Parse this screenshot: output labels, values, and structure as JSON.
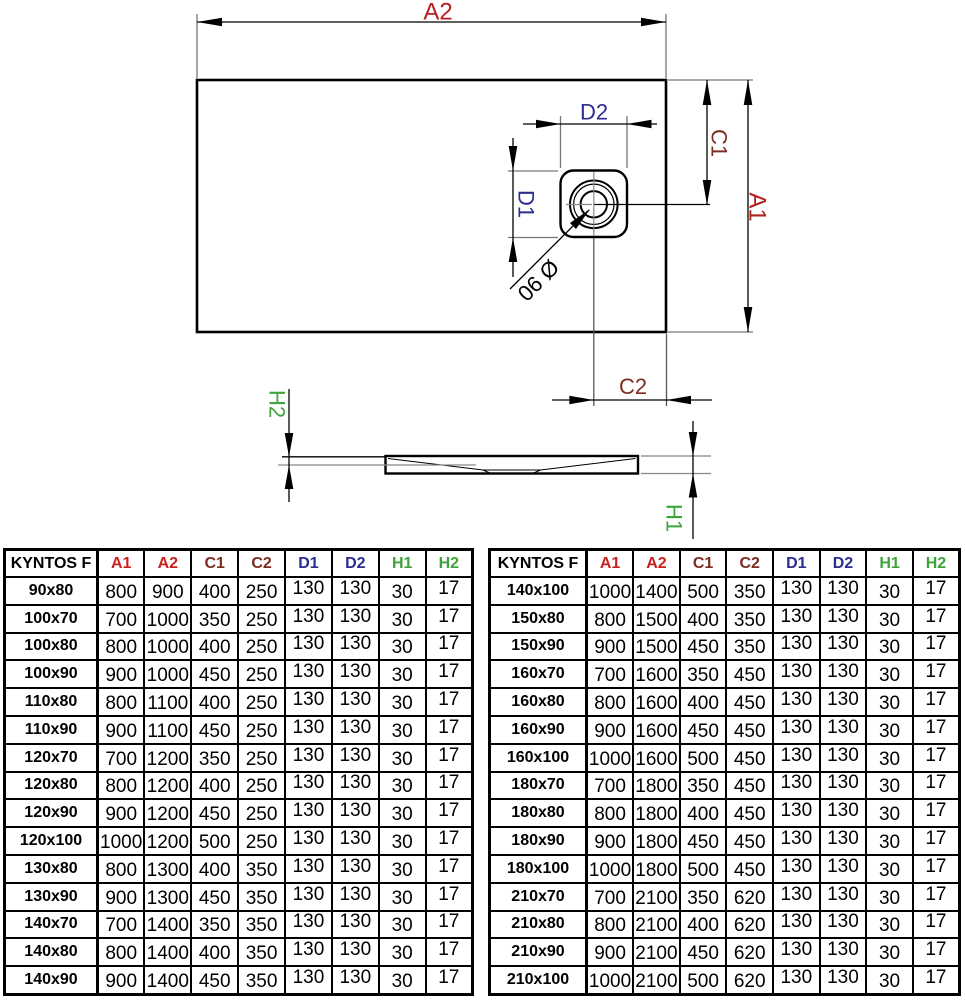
{
  "drawing": {
    "labels": {
      "a1": "A1",
      "a2": "A2",
      "c1": "C1",
      "c2": "C2",
      "d1": "D1",
      "d2": "D2",
      "h1": "H1",
      "h2": "H2",
      "drain_diameter": "Ø 90"
    },
    "colors": {
      "a_red": "#b51f1c",
      "c_maroon": "#7c2d20",
      "d_navy": "#2b2d91",
      "h_green": "#3fa33c"
    }
  },
  "tables": {
    "headers": [
      "KYNTOS F",
      "A1",
      "A2",
      "C1",
      "C2",
      "D1",
      "D2",
      "H1",
      "H2"
    ],
    "header_colors": [
      "#000000",
      "#c9211e",
      "#c9211e",
      "#7c2d20",
      "#7c2d20",
      "#2b2d91",
      "#2b2d91",
      "#3fa33c",
      "#3fa33c"
    ],
    "left_rows": [
      [
        "90x80",
        "800",
        "900",
        "400",
        "250",
        "130",
        "130",
        "30",
        "17"
      ],
      [
        "100x70",
        "700",
        "1000",
        "350",
        "250",
        "130",
        "130",
        "30",
        "17"
      ],
      [
        "100x80",
        "800",
        "1000",
        "400",
        "250",
        "130",
        "130",
        "30",
        "17"
      ],
      [
        "100x90",
        "900",
        "1000",
        "450",
        "250",
        "130",
        "130",
        "30",
        "17"
      ],
      [
        "110x80",
        "800",
        "1100",
        "400",
        "250",
        "130",
        "130",
        "30",
        "17"
      ],
      [
        "110x90",
        "900",
        "1100",
        "450",
        "250",
        "130",
        "130",
        "30",
        "17"
      ],
      [
        "120x70",
        "700",
        "1200",
        "350",
        "250",
        "130",
        "130",
        "30",
        "17"
      ],
      [
        "120x80",
        "800",
        "1200",
        "400",
        "250",
        "130",
        "130",
        "30",
        "17"
      ],
      [
        "120x90",
        "900",
        "1200",
        "450",
        "250",
        "130",
        "130",
        "30",
        "17"
      ],
      [
        "120x100",
        "1000",
        "1200",
        "500",
        "250",
        "130",
        "130",
        "30",
        "17"
      ],
      [
        "130x80",
        "800",
        "1300",
        "400",
        "350",
        "130",
        "130",
        "30",
        "17"
      ],
      [
        "130x90",
        "900",
        "1300",
        "450",
        "350",
        "130",
        "130",
        "30",
        "17"
      ],
      [
        "140x70",
        "700",
        "1400",
        "350",
        "350",
        "130",
        "130",
        "30",
        "17"
      ],
      [
        "140x80",
        "800",
        "1400",
        "400",
        "350",
        "130",
        "130",
        "30",
        "17"
      ],
      [
        "140x90",
        "900",
        "1400",
        "450",
        "350",
        "130",
        "130",
        "30",
        "17"
      ]
    ],
    "right_rows": [
      [
        "140x100",
        "1000",
        "1400",
        "500",
        "350",
        "130",
        "130",
        "30",
        "17"
      ],
      [
        "150x80",
        "800",
        "1500",
        "400",
        "350",
        "130",
        "130",
        "30",
        "17"
      ],
      [
        "150x90",
        "900",
        "1500",
        "450",
        "350",
        "130",
        "130",
        "30",
        "17"
      ],
      [
        "160x70",
        "700",
        "1600",
        "350",
        "450",
        "130",
        "130",
        "30",
        "17"
      ],
      [
        "160x80",
        "800",
        "1600",
        "400",
        "450",
        "130",
        "130",
        "30",
        "17"
      ],
      [
        "160x90",
        "900",
        "1600",
        "450",
        "450",
        "130",
        "130",
        "30",
        "17"
      ],
      [
        "160x100",
        "1000",
        "1600",
        "500",
        "450",
        "130",
        "130",
        "30",
        "17"
      ],
      [
        "180x70",
        "700",
        "1800",
        "350",
        "450",
        "130",
        "130",
        "30",
        "17"
      ],
      [
        "180x80",
        "800",
        "1800",
        "400",
        "450",
        "130",
        "130",
        "30",
        "17"
      ],
      [
        "180x90",
        "900",
        "1800",
        "450",
        "450",
        "130",
        "130",
        "30",
        "17"
      ],
      [
        "180x100",
        "1000",
        "1800",
        "500",
        "450",
        "130",
        "130",
        "30",
        "17"
      ],
      [
        "210x70",
        "700",
        "2100",
        "350",
        "620",
        "130",
        "130",
        "30",
        "17"
      ],
      [
        "210x80",
        "800",
        "2100",
        "400",
        "620",
        "130",
        "130",
        "30",
        "17"
      ],
      [
        "210x90",
        "900",
        "2100",
        "450",
        "620",
        "130",
        "130",
        "30",
        "17"
      ],
      [
        "210x100",
        "1000",
        "2100",
        "500",
        "620",
        "130",
        "130",
        "30",
        "17"
      ]
    ]
  }
}
